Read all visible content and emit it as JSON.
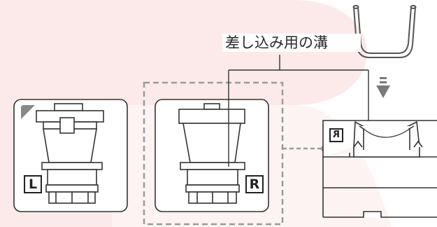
{
  "callout": {
    "text": "差し込み用の溝"
  },
  "labels": {
    "left": "L",
    "right": "R",
    "mirrored": "R"
  },
  "colors": {
    "watermark": "#fbe6e6",
    "line": "#333333",
    "dashed": "#9a9a9a",
    "arrow": "#7a7a7a",
    "dot": "#9a9a9a"
  },
  "icons": {
    "arrow": "down-arrow-icon",
    "wire": "u-wire-clip-icon"
  }
}
